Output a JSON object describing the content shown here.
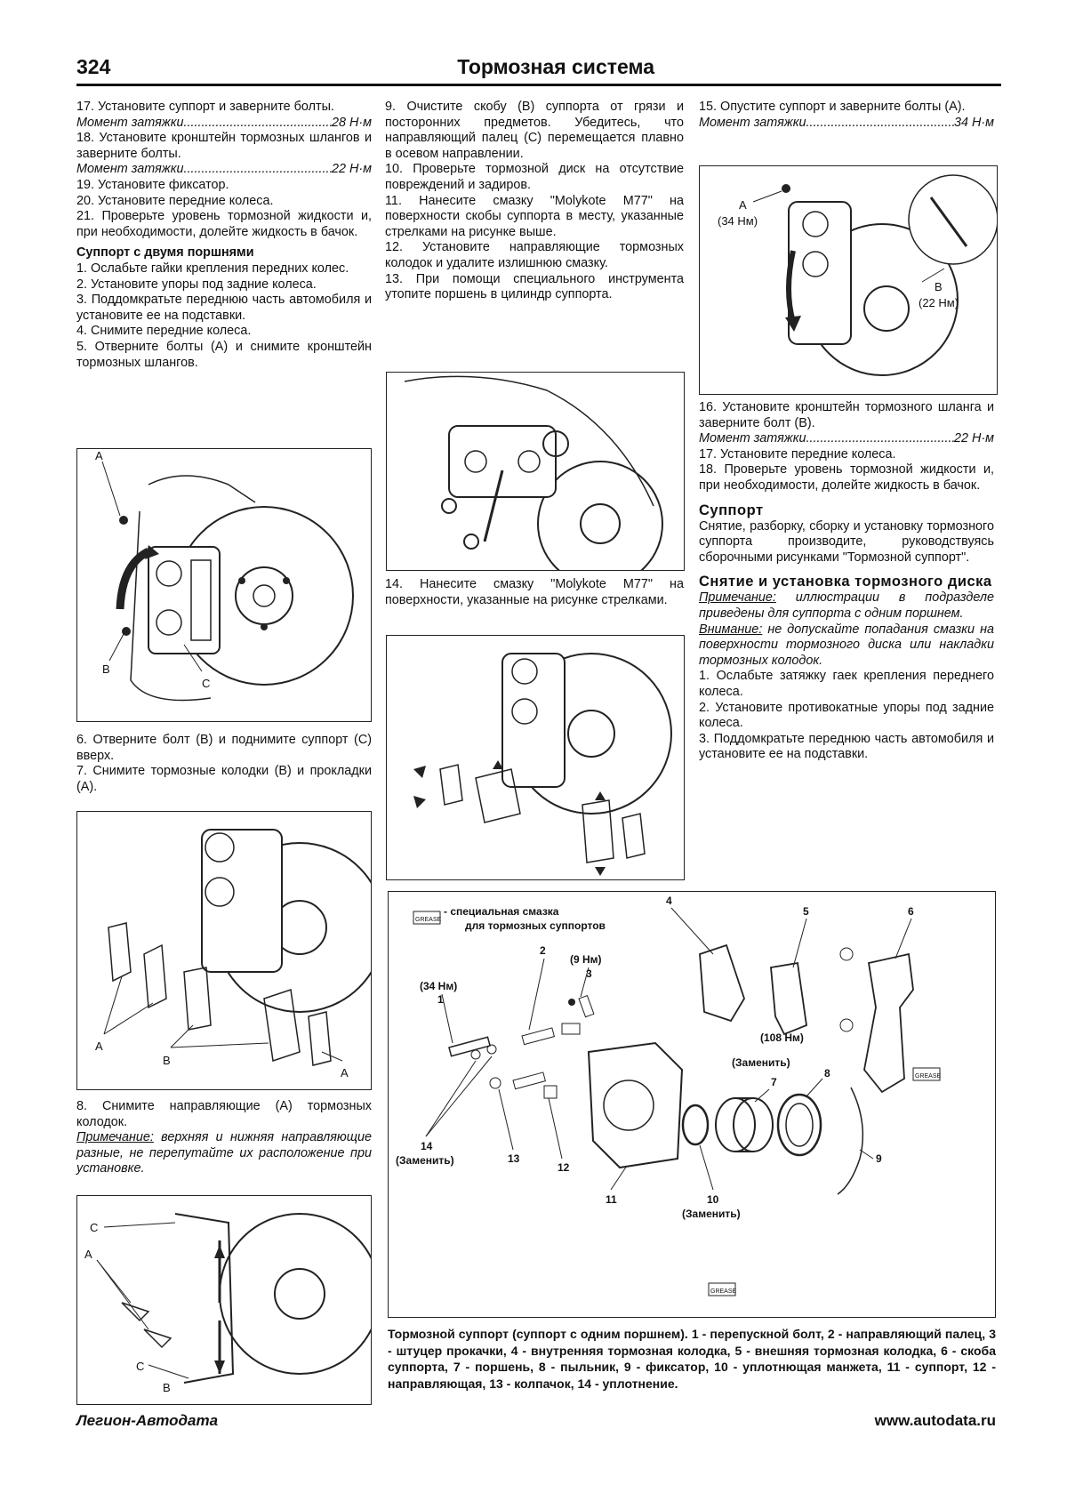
{
  "header": {
    "page_number": "324",
    "section_title": "Тормозная система"
  },
  "col1": {
    "p17": "17. Установите суппорт и заверните болты.",
    "t17": {
      "label": "Момент затяжки",
      "value": "28 Н·м"
    },
    "p18": "18. Установите кронштейн тормозных шлангов и заверните болты.",
    "t18": {
      "label": "Момент затяжки",
      "value": "22 Н·м"
    },
    "p19": "19. Установите фиксатор.",
    "p20": "20. Установите передние колеса.",
    "p21": "21. Проверьте уровень тормозной жидкости и, при необходимости, долейте жидкость в бачок.",
    "subhead": "Суппорт с двумя поршнями",
    "s1": "1. Ослабьте гайки крепления передних колес.",
    "s2": "2. Установите упоры под задние колеса.",
    "s3": "3. Поддомкратьте переднюю часть автомобиля и установите ее на подставки.",
    "s4": "4. Снимите передние колеса.",
    "s5": "5. Отверните болты (А) и снимите кронштейн тормозных шлангов.",
    "s6": "6. Отверните болт (В) и поднимите суппорт (С) вверх.",
    "s7": "7. Снимите тормозные колодки (В) и прокладки (А).",
    "s8": "8. Снимите направляющие (А) тормозных колодок.",
    "note_label": "Примечание:",
    "note_text": " верхняя и нижняя направляющие разные, не перепутайте их расположение при установке."
  },
  "col2": {
    "p9": "9. Очистите скобу (В) суппорта от грязи и посторонних предметов. Убедитесь, что направляющий палец (С) перемещается плавно в осевом направлении.",
    "p10": "10. Проверьте тормозной диск на отсутствие повреждений и задиров.",
    "p11": "11. Нанесите смазку \"Molykote M77\" на поверхности скобы суппорта в месту, указанные стрелками на рисунке выше.",
    "p12": "12. Установите направляющие тормозных колодок и удалите излишнюю смазку.",
    "p13": "13. При помощи специального инструмента утопите поршень в цилиндр суппорта.",
    "p14": "14. Нанесите смазку \"Molykote M77\" на поверхности, указанные на рисунке стрелками."
  },
  "col3": {
    "p15": "15. Опустите суппорт и заверните болты (А).",
    "t15": {
      "label": "Момент затяжки",
      "value": "34 Н·м"
    },
    "p16": "16. Установите кронштейн тормозного шланга и заверните болт (В).",
    "t16": {
      "label": "Момент затяжки",
      "value": "22 Н·м"
    },
    "p17": "17. Установите передние колеса.",
    "p18": "18. Проверьте уровень тормозной жидкости и, при необходимости, долейте жидкость в бачок.",
    "head_caliper": "Суппорт",
    "caliper_text": "Снятие, разборку, сборку и установку тормозного суппорта производите, руководствуясь сборочными рисунками \"Тормозной суппорт\".",
    "head_disc": "Снятие и установка тормозного диска",
    "note1_label": "Примечание:",
    "note1_text": " иллюстрации в подразделе приведены для суппорта с одним поршнем.",
    "note2_label": "Внимание:",
    "note2_text": " не допускайте попадания смазки на поверхности тормозного диска или накладки тормозных колодок.",
    "d1": "1. Ослабьте затяжку гаек крепления переднего колеса.",
    "d2": "2. Установите противокатные упоры под задние колеса.",
    "d3": "3. Поддомкратьте переднюю часть автомобиля и установите ее на подставки."
  },
  "figures": {
    "f1": {
      "a": "A",
      "b": "B",
      "c": "C"
    },
    "f2": {
      "a": "A",
      "b": "B"
    },
    "f3": {
      "a": "A",
      "b": "B",
      "c": "C"
    },
    "f5": {
      "a": "A",
      "a_torque": "(34 Нм)",
      "b": "B",
      "b_torque": "(22 Нм)"
    },
    "exploded": {
      "legend_line1": "- специальная смазка",
      "legend_line2": "для тормозных суппортов",
      "grease_tag": "GREASE",
      "torque_34": "(34 Нм)",
      "torque_9": "(9 Нм)",
      "torque_108": "(108 Нм)",
      "replace": "(Заменить)",
      "n1": "1",
      "n2": "2",
      "n3": "3",
      "n4": "4",
      "n5": "5",
      "n6": "6",
      "n7": "7",
      "n8": "8",
      "n9": "9",
      "n10": "10",
      "n11": "11",
      "n12": "12",
      "n13": "13",
      "n14": "14"
    }
  },
  "caption": "Тормозной суппорт (суппорт с одним поршнем). 1 - перепускной болт, 2 - направляющий палец, 3 - штуцер прокачки, 4 - внутренняя тормозная колодка, 5 - внешняя тормозная колодка, 6 - скоба суппорта, 7 - поршень, 8 - пыльник, 9 - фиксатор, 10 - уплотнющая манжета, 11 - суппорт, 12 - направляющая, 13 - колпачок, 14 - уплотнение.",
  "footer": {
    "left": "Легион-Автодата",
    "right": "www.autodata.ru"
  }
}
